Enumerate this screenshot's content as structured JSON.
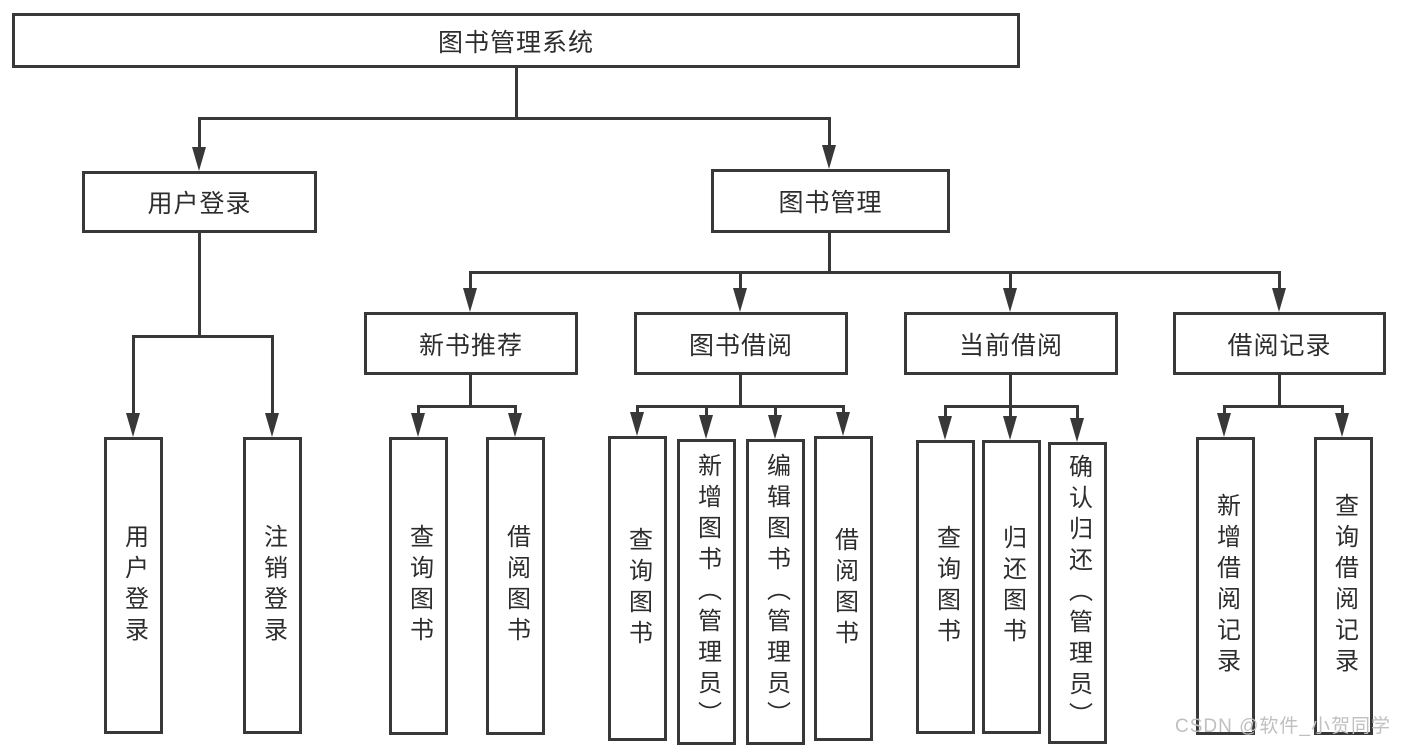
{
  "nodes": {
    "root": "图书管理系统",
    "level2": [
      "用户登录",
      "图书管理"
    ],
    "level3": [
      "新书推荐",
      "图书借阅",
      "当前借阅",
      "借阅记录"
    ],
    "leaves_user_login": [
      "用户登录",
      "注销登录"
    ],
    "leaves_new_books": [
      "查询图书",
      "借阅图书"
    ],
    "leaves_book_borrow": [
      "查询图书",
      "新增图书（管理员）",
      "编辑图书（管理员）",
      "借阅图书"
    ],
    "leaves_current_borrow": [
      "查询图书",
      "归还图书",
      "确认归还（管理员）"
    ],
    "leaves_borrow_records": [
      "新增借阅记录",
      "查询借阅记录"
    ]
  },
  "watermark": "CSDN @软件_小贺同学",
  "colors": {
    "line": "#383838",
    "background": "#ffffff",
    "text": "#2d2d2d",
    "watermark": "#c0c0c0"
  }
}
